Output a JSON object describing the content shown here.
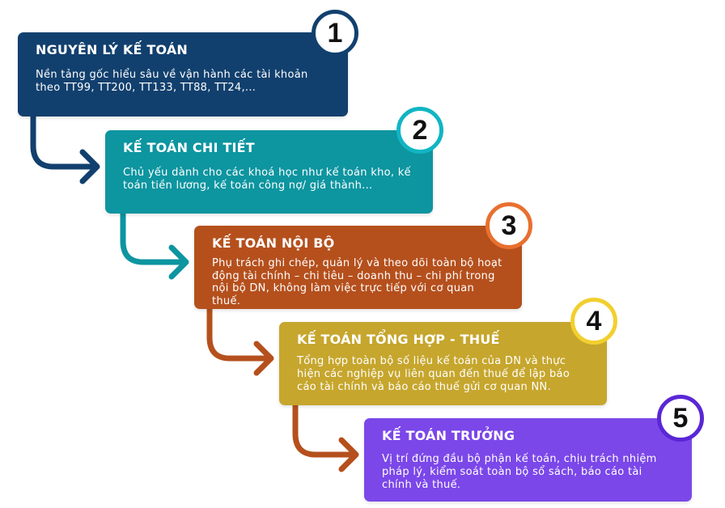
{
  "steps": [
    {
      "number": "1",
      "title": "NGUYÊN LÝ KẾ TOÁN",
      "description": "Nền tảng gốc hiểu sâu về vận hành các tài khoản theo TT99, TT200, TT133, TT88, TT24,...",
      "color": "#12406e",
      "ring_color": "#12406e"
    },
    {
      "number": "2",
      "title": "KẾ TOÁN CHI TIẾT",
      "description": "Chủ yếu dành cho các khoá học như kế toán kho, kế toán tiền lương, kế toán công nợ/ giá thành...",
      "color": "#0d95a0",
      "ring_color": "#11b5c3"
    },
    {
      "number": "3",
      "title": "KẾ TOÁN NỘI BỘ",
      "description": "Phụ trách ghi chép, quản lý và theo dõi toàn bộ hoạt động tài chính – chi tiêu – doanh thu – chi phí trong nội bộ DN, không làm việc trực tiếp với cơ quan thuế.",
      "color": "#b5501d",
      "ring_color": "#e8702f"
    },
    {
      "number": "4",
      "title": "KẾ TOÁN TỔNG HỢP - THUẾ",
      "description": "Tổng hợp toàn bộ số liệu kế toán của DN và thực hiện các nghiệp vụ liên quan đến thuế để lập báo cáo tài chính và báo cáo thuế gửi cơ quan NN.",
      "color": "#c6a62d",
      "ring_color": "#f2cf2e"
    },
    {
      "number": "5",
      "title": "KẾ TOÁN TRƯỞNG",
      "description": "Vị trí đứng đầu bộ phận kế toán, chịu trách nhiệm pháp lý, kiểm soát toàn bộ sổ sách, báo cáo tài chính và thuế.",
      "color": "#7b47e9",
      "ring_color": "#5a27d6"
    }
  ],
  "connector_colors": [
    "#12406e",
    "#0d95a0",
    "#b5501d",
    "#b5501d"
  ]
}
